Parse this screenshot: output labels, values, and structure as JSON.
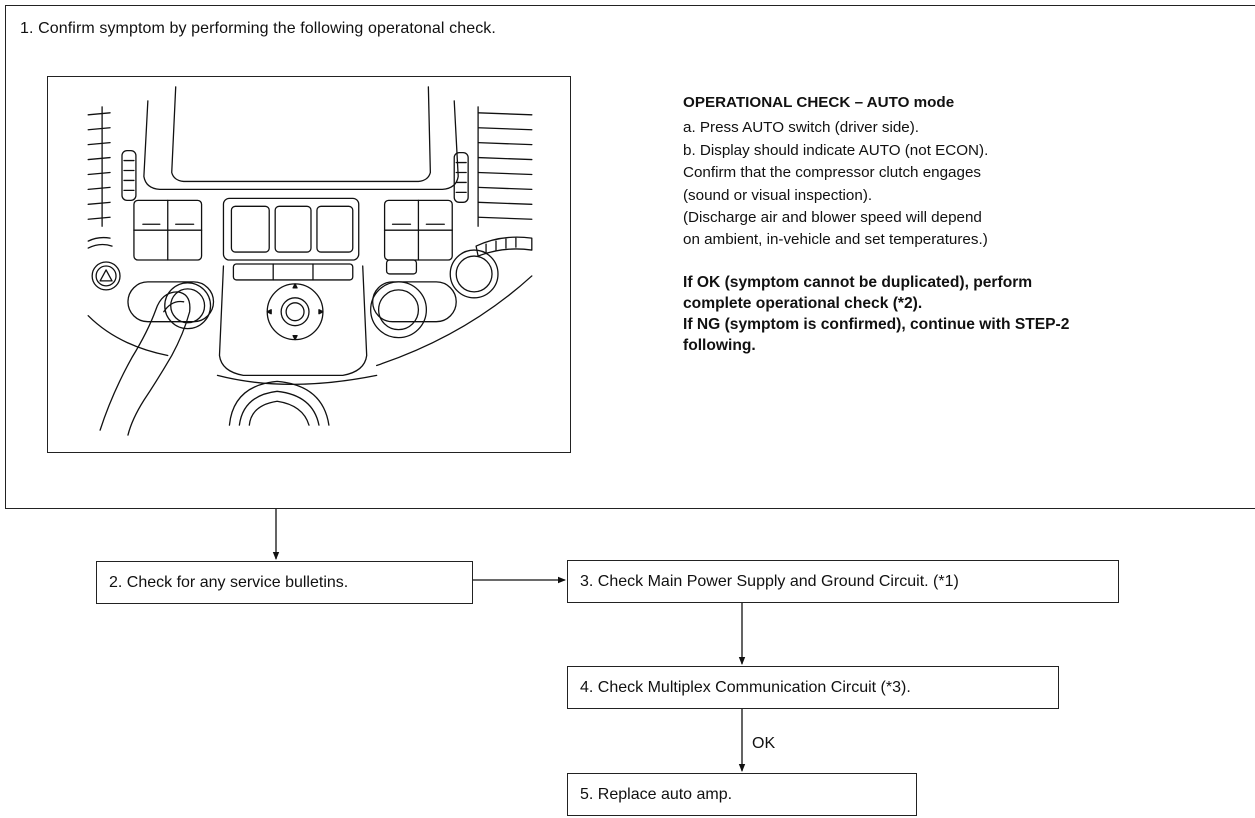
{
  "step1": {
    "title": "1. Confirm symptom by performing the following operatonal check.",
    "operational_check": {
      "heading": "OPERATIONAL CHECK – AUTO mode",
      "lines": [
        "a. Press AUTO switch (driver side).",
        "b. Display should indicate AUTO (not ECON).",
        "Confirm that the compressor clutch engages",
        "(sound or visual inspection).",
        "(Discharge air and blower speed will depend",
        "on ambient, in-vehicle and set temperatures.)"
      ],
      "result_lines": [
        "If OK (symptom cannot be duplicated), perform",
        "complete operational check (*2).",
        "If NG (symptom is confirmed), continue with STEP-2",
        "following."
      ]
    }
  },
  "step2": {
    "label": "2. Check for any service bulletins."
  },
  "step3": {
    "label": "3. Check Main Power Supply and Ground Circuit. (*1)"
  },
  "step4": {
    "label": "4. Check Multiplex Communication Circuit (*3)."
  },
  "step5": {
    "label": "5. Replace auto amp."
  },
  "connector_ok_label": "OK"
}
